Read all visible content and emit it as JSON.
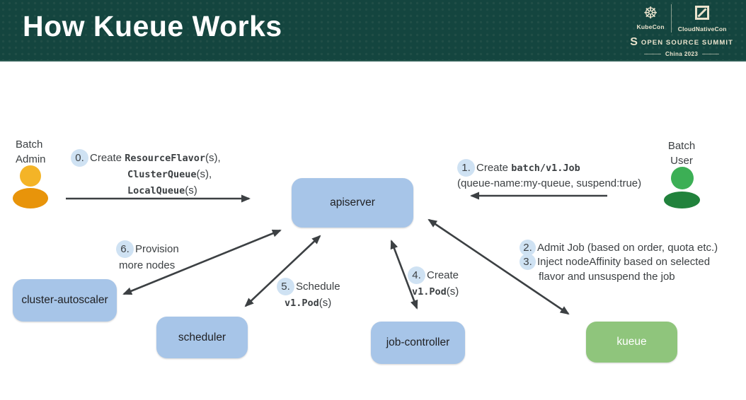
{
  "header": {
    "title": "How Kueue Works",
    "logos": {
      "kubecon": "KubeCon",
      "cloudnativecon": "CloudNativeCon",
      "summit": "OPEN SOURCE SUMMIT",
      "edition": "China 2023"
    }
  },
  "actors": {
    "admin": {
      "line1": "Batch",
      "line2": "Admin"
    },
    "user": {
      "line1": "Batch",
      "line2": "User"
    }
  },
  "nodes": {
    "apiserver": "apiserver",
    "cluster_autoscaler": "cluster-autoscaler",
    "scheduler": "scheduler",
    "job_controller": "job-controller",
    "kueue": "kueue"
  },
  "steps": {
    "s0": {
      "badge": "0.",
      "pre": "Create ",
      "code1": "ResourceFlavor",
      "suf1": "(s),",
      "code2": "ClusterQueue",
      "suf2": "(s),",
      "code3": "LocalQueue",
      "suf3": "(s)"
    },
    "s1": {
      "badge": "1.",
      "pre": "Create ",
      "code": "batch/v1.Job",
      "line2": "(queue-name:my-queue, suspend:true)"
    },
    "s2": {
      "badge": "2.",
      "text": "Admit Job (based on order, quota etc.)"
    },
    "s3": {
      "badge": "3.",
      "text": "Inject nodeAffinity based on selected",
      "line2": "flavor and unsuspend the job"
    },
    "s4": {
      "badge": "4.",
      "pre": "Create",
      "code": "v1.Pod",
      "suf": "(s)"
    },
    "s5": {
      "badge": "5.",
      "pre": "Schedule",
      "code": "v1.Pod",
      "suf": "(s)"
    },
    "s6": {
      "badge": "6.",
      "text": "Provision",
      "line2": "more nodes"
    }
  },
  "colors": {
    "header_bg": "#14453f",
    "title_text": "#ffffff",
    "logo_cream": "#eae3cd",
    "node_blue": "#a7c5e8",
    "node_green": "#8fc57c",
    "badge_blue": "#cfe2f3",
    "text_gray": "#3c4043",
    "arrow": "#3c4043",
    "admin_head": "#f4b427",
    "admin_body": "#e8940a",
    "user_head": "#3caf55",
    "user_body": "#21823c"
  }
}
